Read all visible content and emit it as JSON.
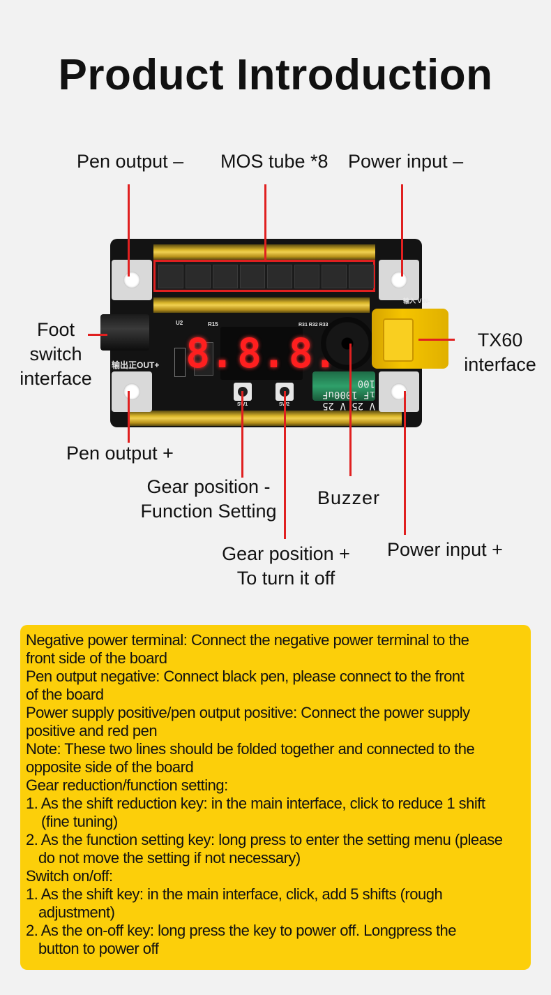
{
  "title": "Product Introduction",
  "labels": {
    "pen_output_minus": "Pen output  –",
    "mos_tube": "MOS tube *8",
    "power_input_minus": "Power input  –",
    "foot_switch": [
      "Foot",
      "switch",
      "interface"
    ],
    "tx60": [
      "TX60",
      "interface"
    ],
    "pen_output_plus": "Pen output +",
    "gear_minus": [
      "Gear position -",
      "Function Setting"
    ],
    "buzzer": "Buzzer",
    "gear_plus": [
      "Gear position +",
      "To turn it off"
    ],
    "power_input_plus": "Power input +"
  },
  "board": {
    "display_digits": [
      "8.",
      "8.",
      "8."
    ],
    "capacitor_text": "V 25 V 25 ıF 1000uF 100",
    "silk_out": "输出正OUT+",
    "silk_in": "输入 VIN-",
    "silk_u2": "U2",
    "silk_r15": "R15",
    "silk_sw1": "SW1",
    "silk_sw2": "SW2",
    "silk_r31": "R31 R32 R33"
  },
  "notes": [
    "Negative power terminal: Connect the negative power terminal to the",
    "front side of the board",
    "Pen output negative: Connect black pen, please connect to the front",
    "of the board",
    "Power supply positive/pen output positive: Connect the power supply",
    "positive and red pen",
    "Note: These two lines should be folded together and connected to the",
    " opposite side of the board",
    "Gear reduction/function setting:",
    "1. As the shift reduction key: in the main interface, click to reduce 1 shift",
    "(fine tuning)",
    "2. As the function setting key: long press to enter the setting menu (please",
    "do not move the setting if not necessary)",
    "Switch on/off:",
    "1. As the shift key: in the main interface, click, add 5 shifts  (rough",
    "adjustment)",
    "2. As the on-off key: long press the key to power off. Longpress the",
    "button to power off"
  ]
}
